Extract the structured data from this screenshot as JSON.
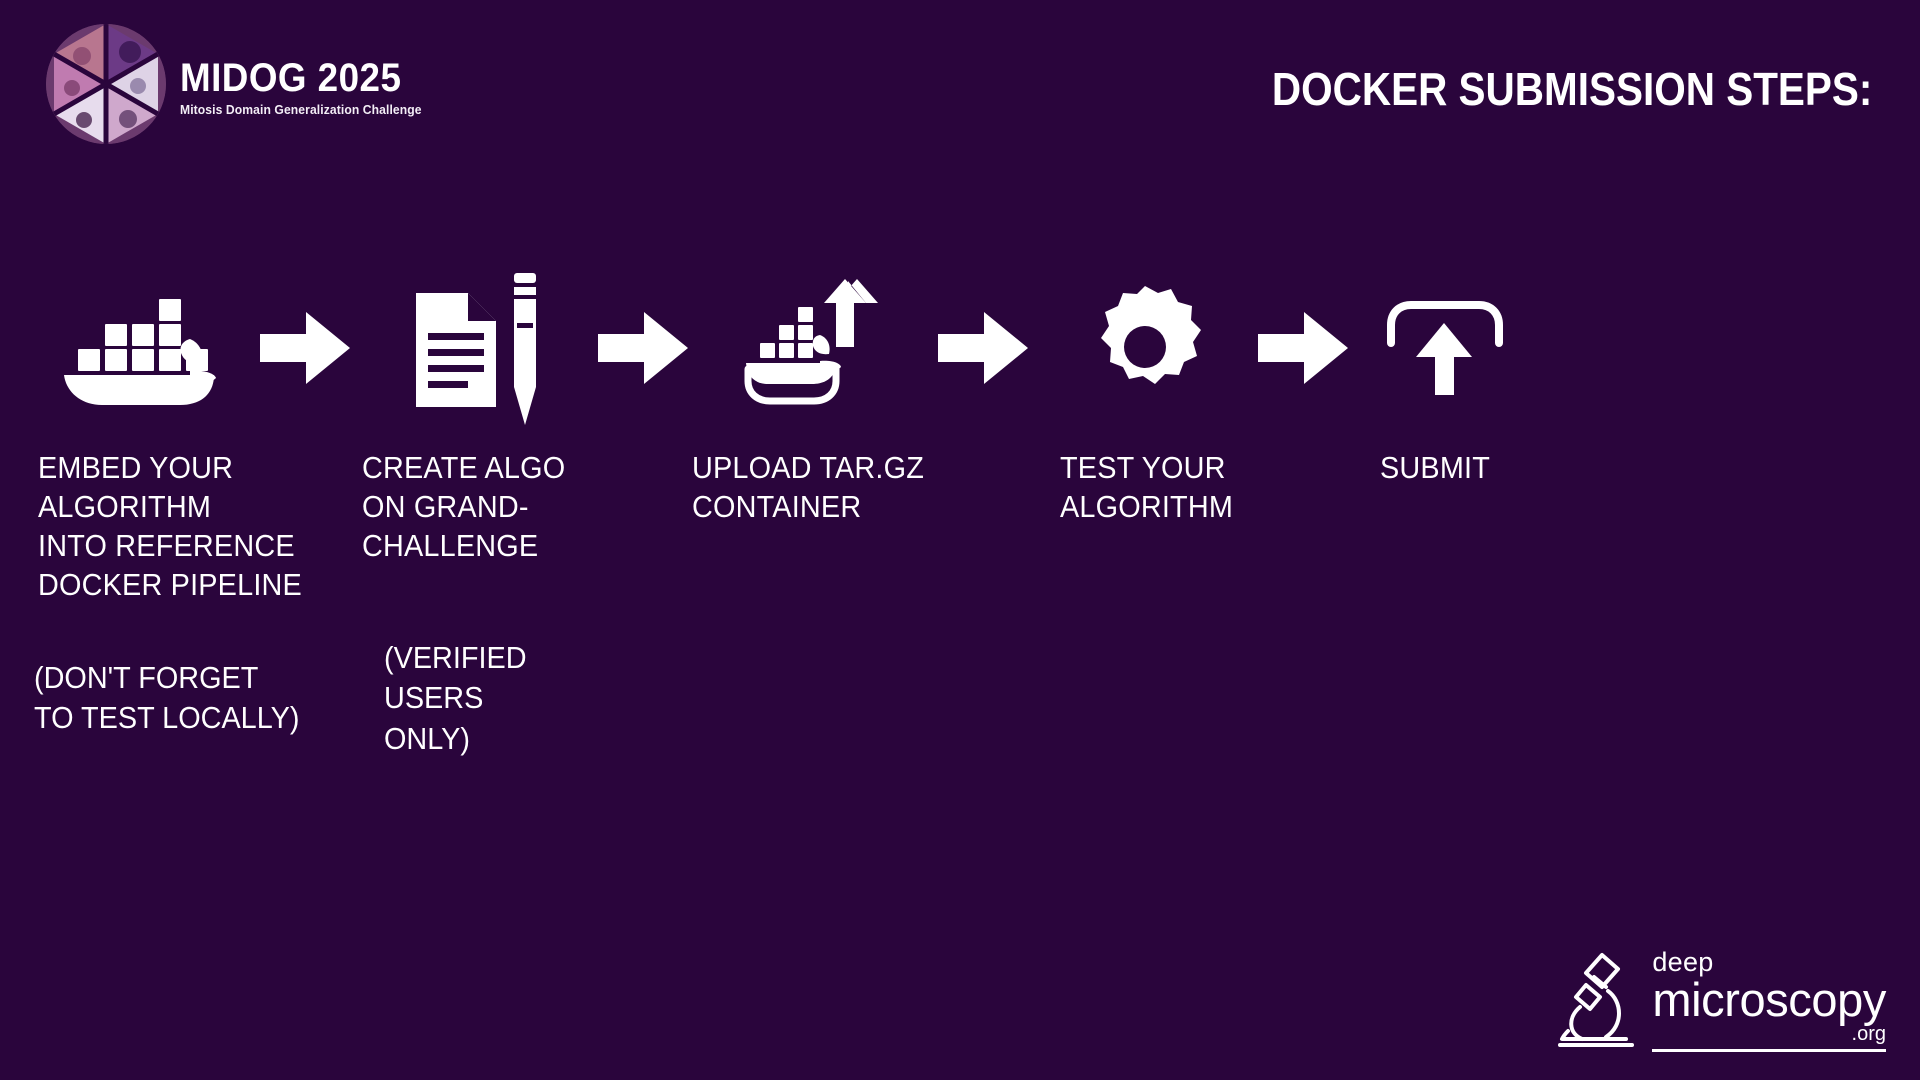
{
  "slide": {
    "background_color": "#2a053c",
    "foreground_color": "#ffffff",
    "heading": "DOCKER SUBMISSION STEPS:"
  },
  "brand": {
    "title": "MIDOG 2025",
    "subtitle": "Mitosis Domain Generalization Challenge",
    "mark_icon": "histology-pie-icon",
    "segment_colors": [
      "#a8638f",
      "#6e3a82",
      "#d8cde2",
      "#c07bb0",
      "#e8dced",
      "#b98fc4"
    ]
  },
  "steps": [
    {
      "icon": "docker-whale-icon",
      "label": "EMBED YOUR\nALGORITHM\nINTO REFERENCE\nDOCKER PIPELINE",
      "note": "(DON'T FORGET\n TO TEST LOCALLY)"
    },
    {
      "icon": "document-pencil-icon",
      "label": "CREATE ALGO\nON GRAND-\nCHALLENGE",
      "note": "(VERIFIED\n USERS\n ONLY)"
    },
    {
      "icon": "docker-upload-icon",
      "label": "UPLOAD TAR.GZ\nCONTAINER",
      "note": ""
    },
    {
      "icon": "gear-icon",
      "label": "TEST YOUR\nALGORITHM",
      "note": ""
    },
    {
      "icon": "submit-upload-icon",
      "label": "SUBMIT",
      "note": ""
    }
  ],
  "arrows": {
    "icon": "arrow-right-icon",
    "count": 4
  },
  "footer_logo": {
    "icon": "microscope-icon",
    "line1": "deep",
    "line2": "microscopy",
    "line3": ".org"
  }
}
